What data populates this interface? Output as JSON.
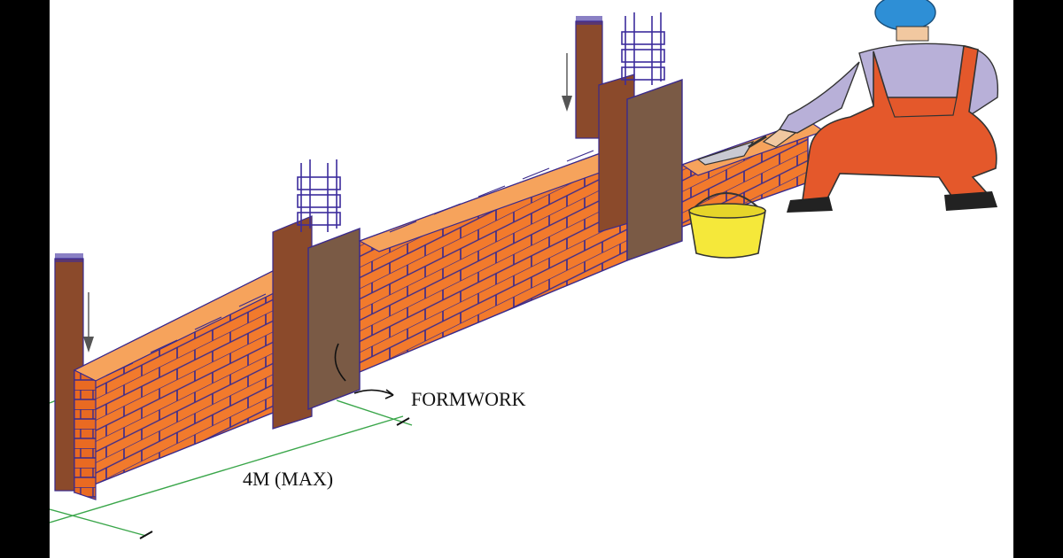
{
  "labels": {
    "formwork": "FORMWORK",
    "span": "4M (MAX)"
  },
  "colors": {
    "brick": "#F27A2C",
    "brick_top": "#F6A35C",
    "mortar_line": "#3A2A8C",
    "column": "#8B4A2B",
    "formwork_board": "#7A5A45",
    "rebar": "#3C2C9C",
    "dimension_line": "#3AA64A",
    "worker_overall": "#E4582B",
    "worker_shirt": "#B8B0D8",
    "helmet": "#2E8FD6",
    "bucket": "#F5E83A"
  },
  "icons": [
    "worker-figure",
    "mortar-bucket",
    "trowel-icon",
    "plumb-bob-icon"
  ]
}
